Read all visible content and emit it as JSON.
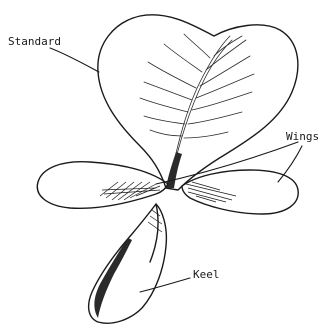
{
  "labels": {
    "standard": "Standard",
    "wings": "Wings",
    "keel": "Keel"
  },
  "colors": {
    "ink": "#1a1a1a",
    "paper": "#ffffff"
  }
}
